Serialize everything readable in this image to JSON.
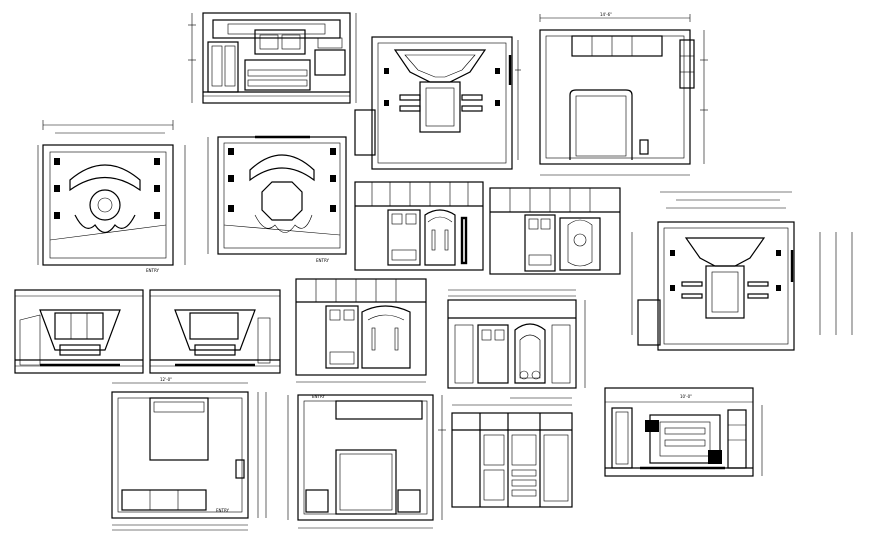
{
  "drawing": {
    "labels": {
      "entry": "ENTRY",
      "dim_a": "12'-0\"",
      "dim_b": "14'-6\"",
      "dim_c": "10'-0\""
    }
  }
}
